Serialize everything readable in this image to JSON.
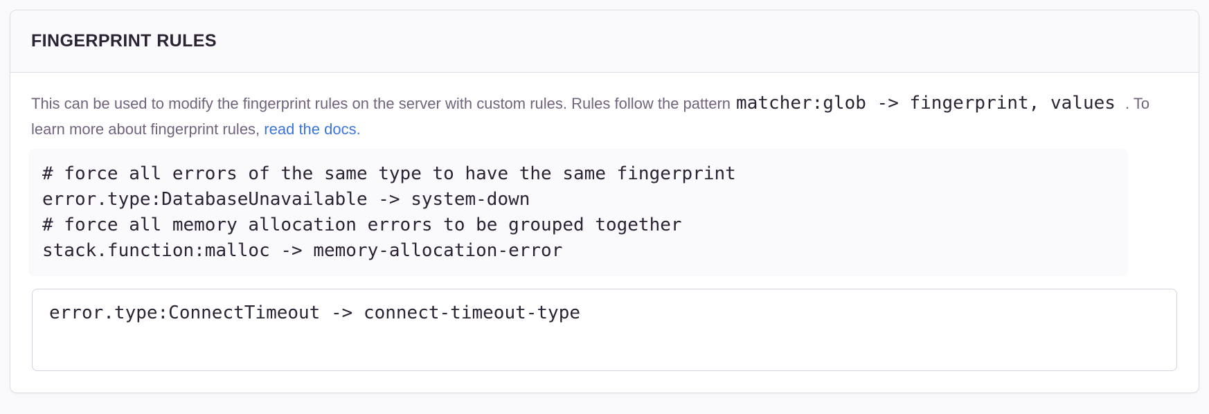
{
  "panel": {
    "title": "FINGERPRINT RULES"
  },
  "description": {
    "text_before_code": "This can be used to modify the fingerprint rules on the server with custom rules. Rules follow the pattern",
    "inline_code": "matcher:glob -> fingerprint, values",
    "text_after_code": " . To learn more about fingerprint rules,",
    "link_label": "read the docs."
  },
  "example": {
    "code": "# force all errors of the same type to have the same fingerprint\nerror.type:DatabaseUnavailable -> system-down\n# force all memory allocation errors to be grouped together\nstack.function:malloc -> memory-allocation-error"
  },
  "editor": {
    "value": "error.type:ConnectTimeout -> connect-timeout-type"
  },
  "colors": {
    "heading": "#2b2233",
    "description_text": "#71637e",
    "link": "#3c74dd",
    "panel_border": "#e0dce5",
    "code_block_bg": "#faf9fb",
    "textarea_border": "#d6d1dc"
  }
}
